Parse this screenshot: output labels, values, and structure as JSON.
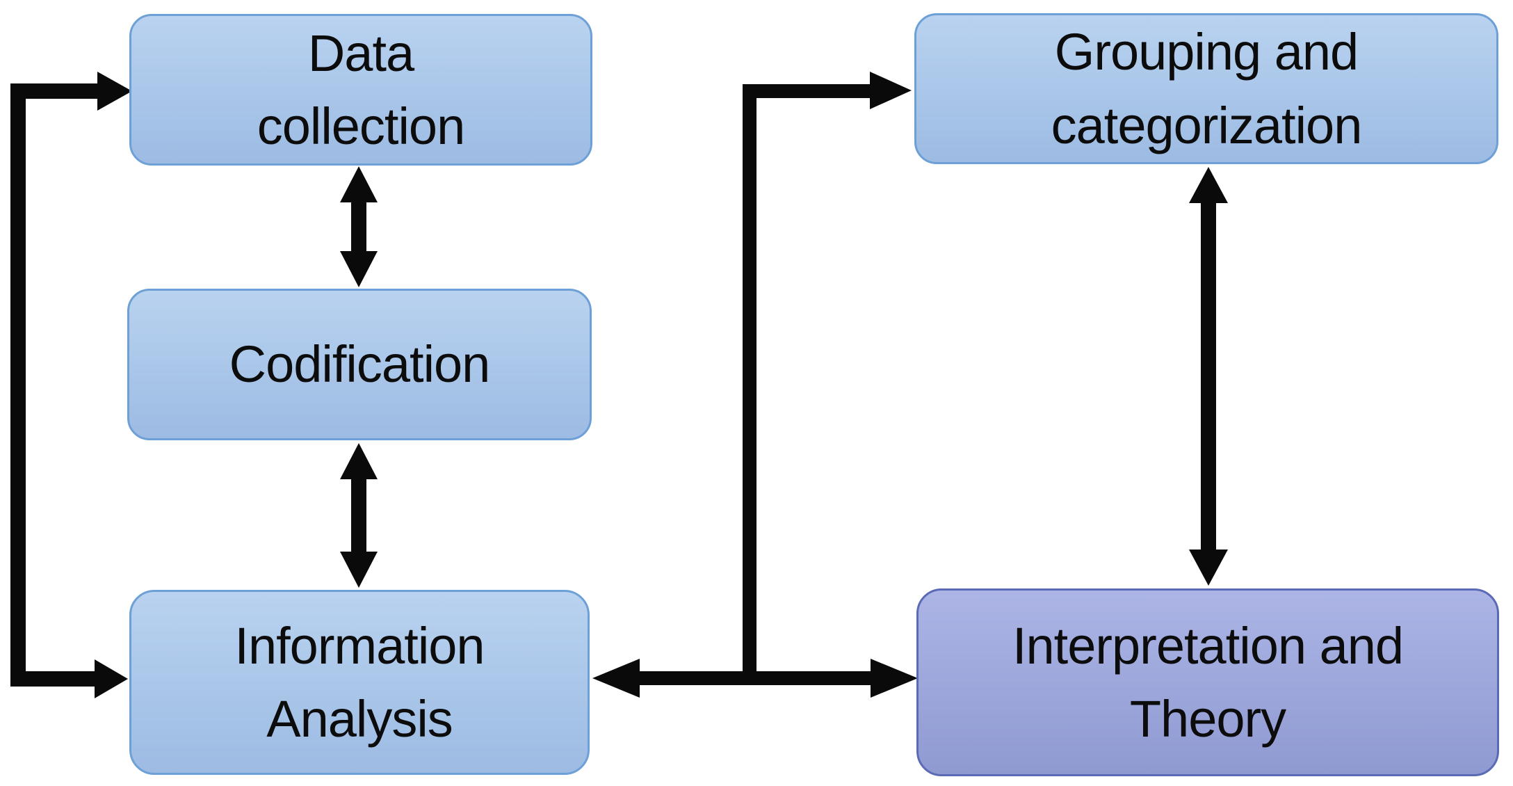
{
  "diagram": {
    "type": "flowchart",
    "background_color": "#ffffff",
    "arrow_color": "#0a0a0a",
    "node_text_color": "#0c0c0c",
    "blue_node_style": {
      "fill_top": "#b9d2ef",
      "fill_bottom": "#9dbbe3",
      "border_color": "#6da0d6"
    },
    "purple_node_style": {
      "fill_top": "#acb5e5",
      "fill_bottom": "#8f9ad2",
      "border_color": "#5b6ab4"
    },
    "nodes": [
      {
        "id": "data-collection",
        "label": "Data collection",
        "line1": "Data",
        "line2": "collection",
        "color_style": "blue"
      },
      {
        "id": "codification",
        "label": "Codification",
        "line1": "Codification",
        "line2": "",
        "color_style": "blue"
      },
      {
        "id": "information-analysis",
        "label": "Information Analysis",
        "line1": "Information",
        "line2": "Analysis",
        "color_style": "blue"
      },
      {
        "id": "grouping-categorization",
        "label": "Grouping and categorization",
        "line1": "Grouping and",
        "line2": "categorization",
        "color_style": "blue"
      },
      {
        "id": "interpretation-theory",
        "label": "Interpretation and Theory",
        "line1": "Interpretation and",
        "line2": "Theory",
        "color_style": "purple"
      }
    ],
    "edges": [
      {
        "from": "Data collection",
        "to": "Codification",
        "type": "double-arrow"
      },
      {
        "from": "Codification",
        "to": "Information Analysis",
        "type": "double-arrow"
      },
      {
        "from": "Information Analysis",
        "to": "Interpretation and Theory",
        "type": "double-arrow"
      },
      {
        "from": "Grouping and categorization",
        "to": "Interpretation and Theory",
        "type": "double-arrow"
      },
      {
        "id": "left-bracket-loop",
        "type": "branch",
        "points_to": [
          "Data collection",
          "Information Analysis"
        ]
      },
      {
        "id": "center-spine-branch",
        "type": "branch",
        "from": "Information Analysis / Interpretation and Theory link",
        "points_to": [
          "Grouping and categorization"
        ]
      }
    ]
  }
}
